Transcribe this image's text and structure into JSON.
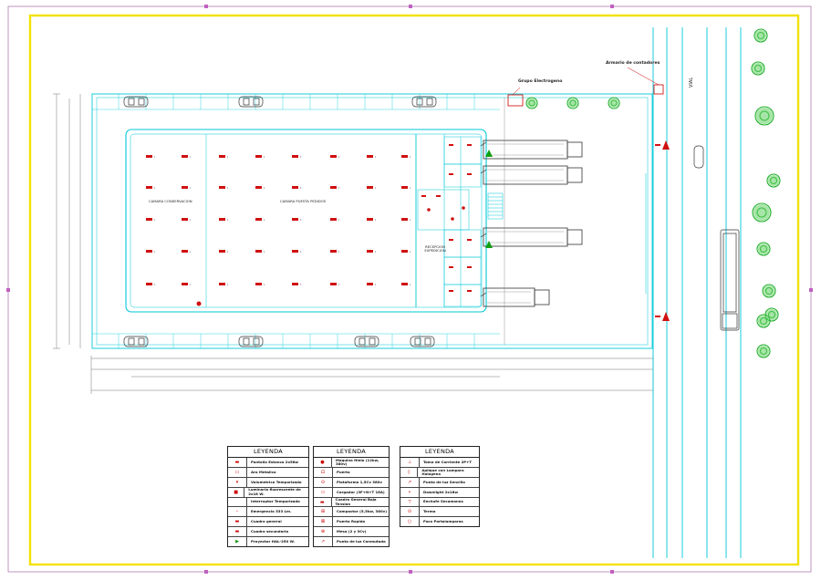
{
  "labels": {
    "grupo_electrogeno": "Grupo Electrogeno",
    "armario_contadores": "Armario de contadores",
    "vial": "VIAL",
    "camara_conservacion": "CAMARA CONSERVACION",
    "camara_puesta_pedidos": "CAMARA PUESTA PEDIDOS",
    "recepcion_expedicion": "RECEPCION EXPEDICION"
  },
  "legend_tables": [
    {
      "title": "LEYENDA",
      "items": [
        {
          "symbol": "pantalla-estanca-icon",
          "label": "Pantalla Estanca 2x58w"
        },
        {
          "symbol": "aro-metalica-icon",
          "label": "Aro Metalico"
        },
        {
          "symbol": "volumetrico-icon",
          "label": "Volumetrico Temporizado"
        },
        {
          "symbol": "luminaria-fluorescente-icon",
          "label": "Luminaria fluorescente de 2x18 W."
        },
        {
          "symbol": "interruptor-icon",
          "label": "Interruptor Temporizado"
        },
        {
          "symbol": "emergencia-icon",
          "label": "Emergencia 333 Lm."
        },
        {
          "symbol": "cuadro-general-icon",
          "label": "Cuadro general"
        },
        {
          "symbol": "cuadro-secundario-icon",
          "label": "Cuadro secundario"
        },
        {
          "symbol": "proyector-icon",
          "label": "Proyector HAL-250 W."
        }
      ]
    },
    {
      "title": "LEYENDA",
      "items": [
        {
          "symbol": "maquina-hielo-icon",
          "label": "Maquina Hielo (12kw, 380v)"
        },
        {
          "symbol": "puerta-icon",
          "label": "Puerta"
        },
        {
          "symbol": "plataforma-icon",
          "label": "Plataforma 1,5Cv 380v"
        },
        {
          "symbol": "cargador-icon",
          "label": "Cargador (3F+N+T 16A)"
        },
        {
          "symbol": "cuadro-general-baja-tension-icon",
          "label": "Cuadro General Baja Tension"
        },
        {
          "symbol": "compactor-icon",
          "label": "Compactor (5,5kw, 380v)"
        },
        {
          "symbol": "puerta-rapida-icon",
          "label": "Puerta Rapida"
        },
        {
          "symbol": "mesa-icon",
          "label": "Mesa (2 y 3Cv)"
        },
        {
          "symbol": "punto-luz-conmutada-icon",
          "label": "Punto de luz Conmutada"
        }
      ]
    },
    {
      "title": "LEYENDA",
      "items": [
        {
          "symbol": "toma-corriente-icon",
          "label": "Toma de Corriente 2P+T"
        },
        {
          "symbol": "aplique-lampara-icon",
          "label": "Aplique con Lampara Halogena"
        },
        {
          "symbol": "punto-luz-sencillo-icon",
          "label": "Punto de luz Sencillo"
        },
        {
          "symbol": "downlight-icon",
          "label": "Downlight 2x18w"
        },
        {
          "symbol": "enchufe-secamanos-icon",
          "label": "Enchufe Secamanos"
        },
        {
          "symbol": "termo-icon",
          "label": "Termo"
        },
        {
          "symbol": "foco-portalamparas-icon",
          "label": "Foco Portalamparas"
        }
      ]
    }
  ]
}
